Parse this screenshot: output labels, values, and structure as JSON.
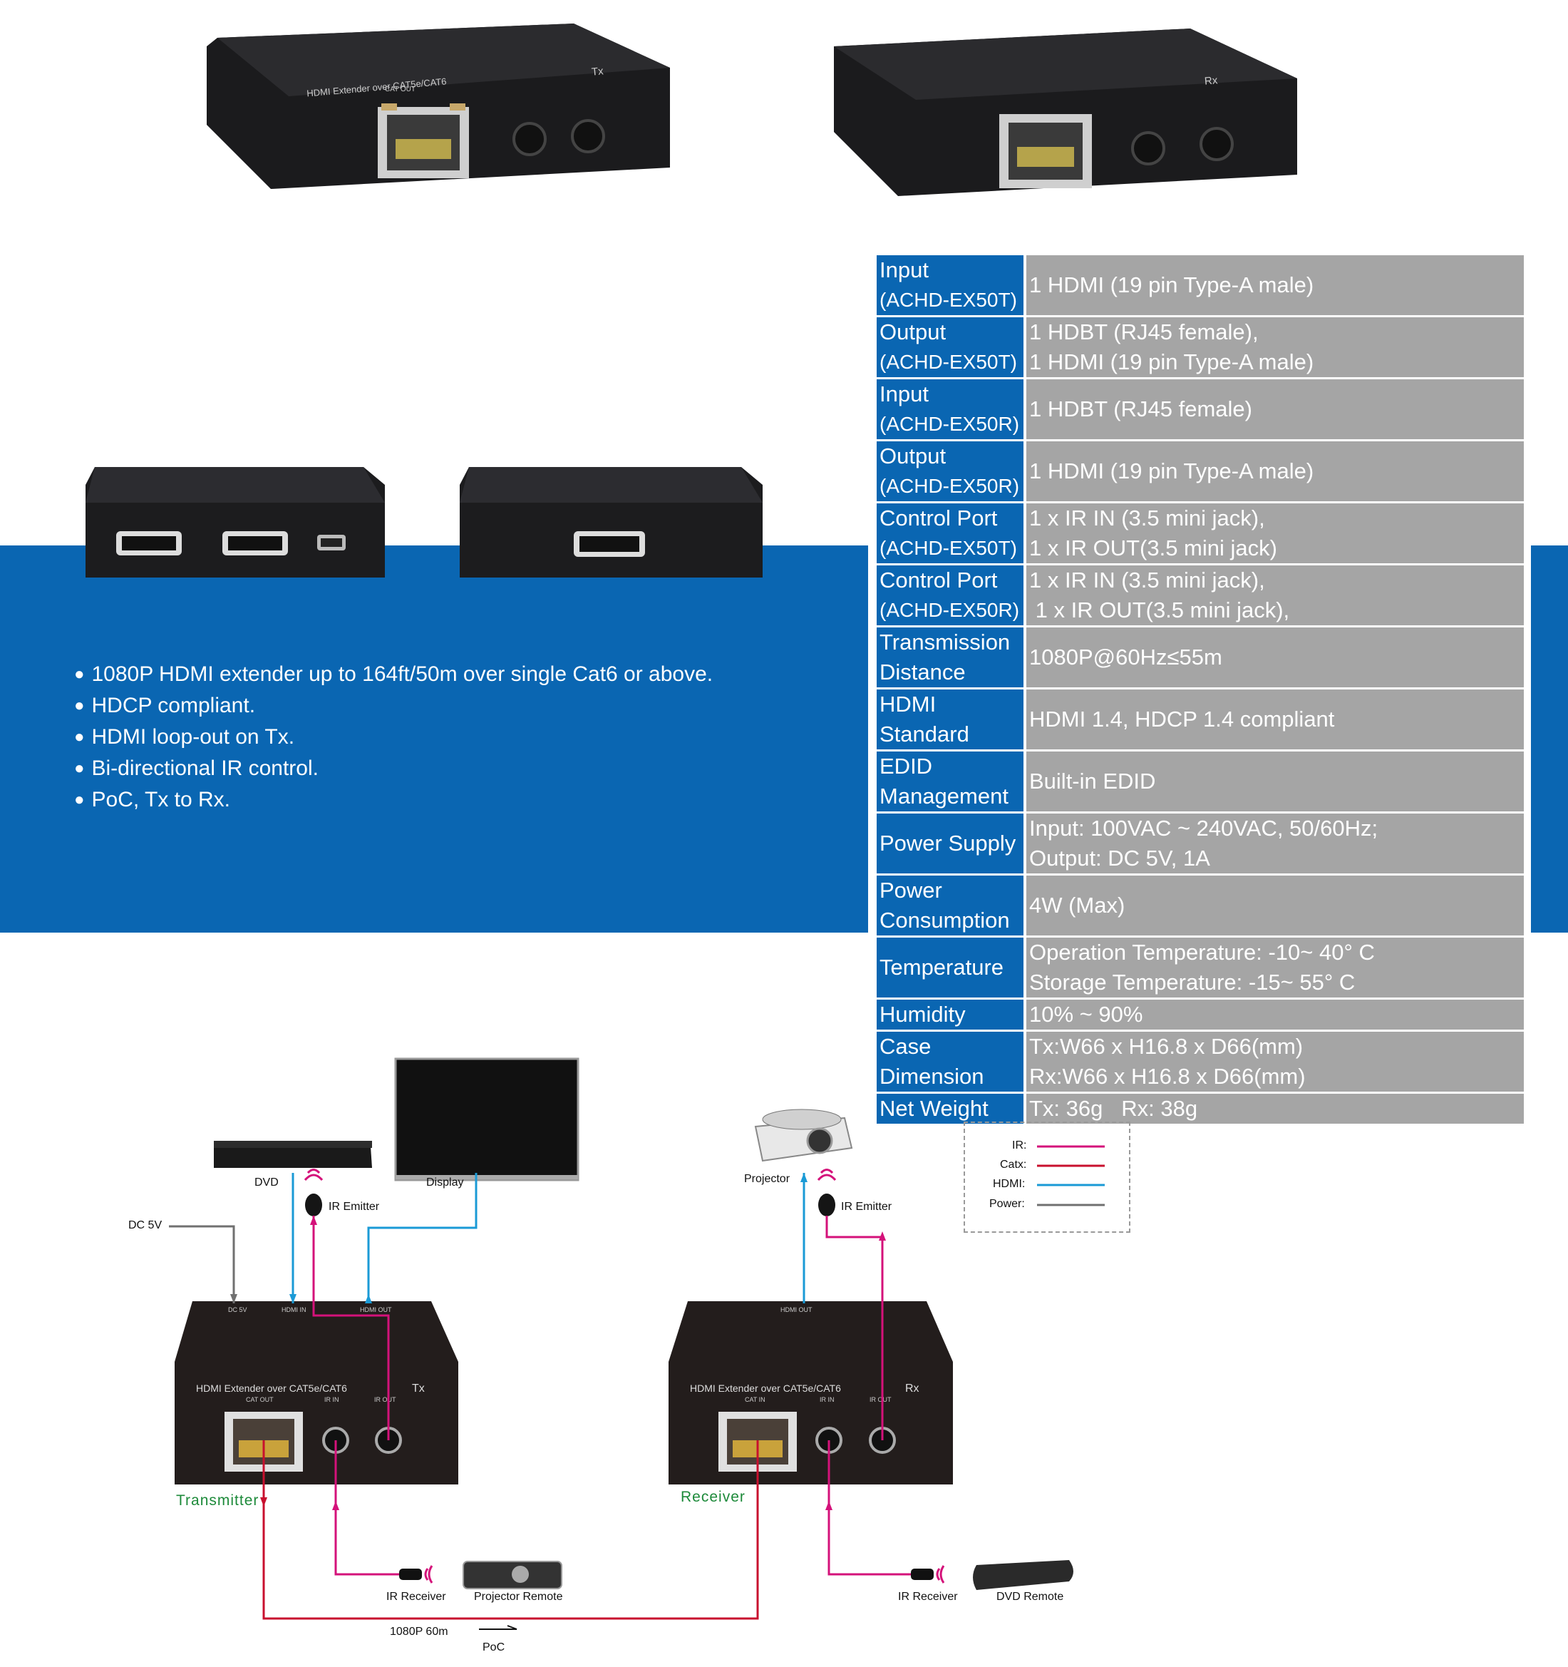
{
  "features": [
    "1080P HDMI extender up to 164ft/50m over single Cat6 or above.",
    "HDCP compliant.",
    "HDMI loop-out on Tx.",
    "Bi-directional IR control.",
    "PoC, Tx to Rx."
  ],
  "spec_rows": [
    {
      "label": [
        "Input",
        "(ACHD-EX50T)"
      ],
      "value": [
        "1 HDMI (19 pin Type-A male)"
      ]
    },
    {
      "label": [
        "Output",
        "(ACHD-EX50T)"
      ],
      "value": [
        "1 HDBT (RJ45 female),",
        "1 HDMI (19 pin Type-A male)"
      ]
    },
    {
      "label": [
        "Input",
        "(ACHD-EX50R)"
      ],
      "value": [
        "1 HDBT (RJ45 female)"
      ]
    },
    {
      "label": [
        "Output",
        "(ACHD-EX50R)"
      ],
      "value": [
        "1 HDMI (19 pin Type-A male)"
      ]
    },
    {
      "label": [
        "Control Port",
        "(ACHD-EX50T)"
      ],
      "value": [
        "1 x IR IN (3.5 mini jack),",
        "1 x IR OUT(3.5 mini jack)"
      ]
    },
    {
      "label": [
        "Control Port",
        "(ACHD-EX50R)"
      ],
      "value": [
        "1 x IR IN (3.5 mini jack),",
        " 1 x IR OUT(3.5 mini jack),"
      ]
    },
    {
      "label": [
        "Transmission",
        "Distance"
      ],
      "value": [
        "1080P@60Hz≤55m"
      ]
    },
    {
      "label": [
        "HDMI",
        "Standard"
      ],
      "value": [
        "HDMI 1.4, HDCP 1.4 compliant"
      ]
    },
    {
      "label": [
        "EDID",
        "Management"
      ],
      "value": [
        "Built-in EDID"
      ]
    },
    {
      "label": [
        "Power Supply"
      ],
      "value": [
        "Input: 100VAC ~ 240VAC, 50/60Hz;",
        "Output: DC 5V, 1A"
      ]
    },
    {
      "label": [
        "Power",
        "Consumption"
      ],
      "value": [
        "4W (Max)"
      ]
    },
    {
      "label": [
        "Temperature"
      ],
      "value": [
        "Operation Temperature: -10~ 40° C",
        "Storage Temperature: -15~ 55° C"
      ]
    },
    {
      "label": [
        "Humidity"
      ],
      "value": [
        "10% ~ 90%"
      ]
    },
    {
      "label": [
        "Case",
        "Dimension"
      ],
      "value": [
        "Tx:W66 x H16.8 x D66(mm)",
        "Rx:W66 x H16.8 x D66(mm)"
      ]
    },
    {
      "label": [
        "Net Weight"
      ],
      "value": [
        "Tx: 36g   Rx: 38g"
      ]
    }
  ],
  "device_labels": {
    "tx_front_title": "HDMI Extender over CAT5e/CAT6",
    "tx_badge": "Tx",
    "rx_badge": "Rx",
    "cat_out": "CAT OUT",
    "cat_in": "CAT IN",
    "ir_in": "IR IN",
    "ir_out": "IR OUT",
    "dc_5v": "DC 5V",
    "hdmi_in": "HDMI IN",
    "hdmi_out": "HDMI OUT"
  },
  "diagram": {
    "dvd": "DVD",
    "display": "Display",
    "ir_emitter_1": "IR Emitter",
    "ir_emitter_2": "IR Emitter",
    "projector": "Projector",
    "dc5v": "DC 5V",
    "transmitter": "Transmitter",
    "receiver": "Receiver",
    "ir_receiver_1": "IR Receiver",
    "ir_receiver_2": "IR Receiver",
    "projector_remote": "Projector Remote",
    "dvd_remote": "DVD Remote",
    "cable_length": "1080P 60m",
    "poc": "PoC"
  },
  "legend": {
    "items": [
      {
        "label": "IR:",
        "color": "#d4127a"
      },
      {
        "label": "Catx:",
        "color": "#c8102e"
      },
      {
        "label": "HDMI:",
        "color": "#1a9ad6"
      },
      {
        "label": "Power:",
        "color": "#707070"
      }
    ]
  },
  "colors": {
    "brand_blue": "#0a66b2",
    "table_gray": "#a5a5a5"
  }
}
